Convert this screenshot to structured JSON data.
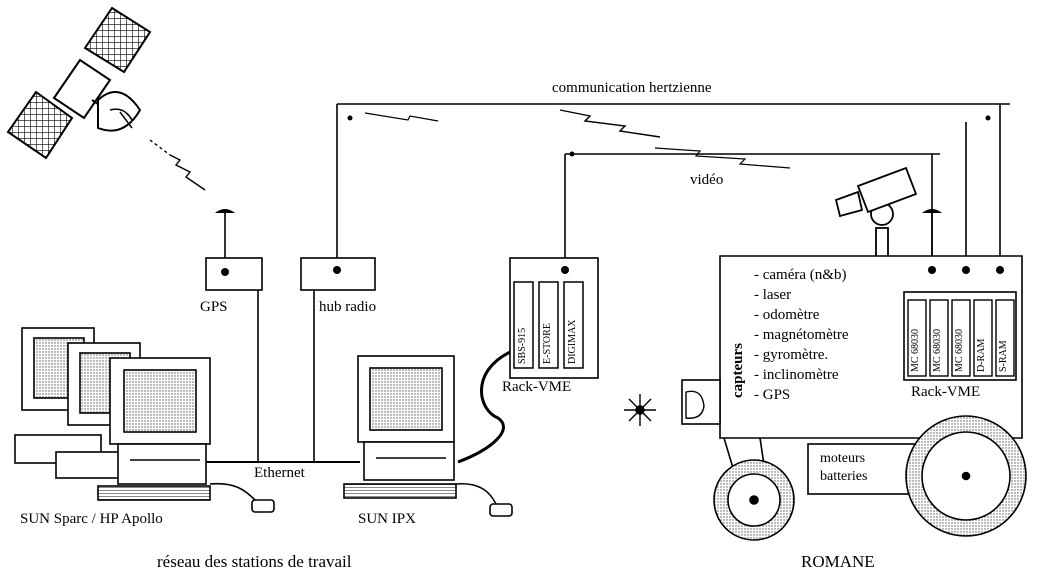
{
  "labels": {
    "communication": "communication hertzienne",
    "video": "vidéo",
    "gps": "GPS",
    "hub_radio": "hub radio",
    "rack_vme_left": "Rack-VME",
    "rack_vme_right": "Rack-VME",
    "ethernet": "Ethernet",
    "sun_sparc": "SUN Sparc / HP Apollo",
    "sun_ipx": "SUN IPX",
    "reseau": "réseau des stations de travail",
    "romane": "ROMANE",
    "capteurs": "capteurs",
    "moteurs": "moteurs",
    "batteries": "batteries"
  },
  "left_rack_cards": [
    "SBS-915",
    "E-STORE",
    "DIGIMAX"
  ],
  "right_rack_cards": [
    "MC 68030",
    "MC 68030",
    "MC 68030",
    "D-RAM",
    "S-RAM"
  ],
  "sensors": [
    "- caméra (n&b)",
    "- laser",
    "- odomètre",
    "- magnétomètre",
    "- gyromètre.",
    "- inclinomètre",
    "- GPS"
  ]
}
